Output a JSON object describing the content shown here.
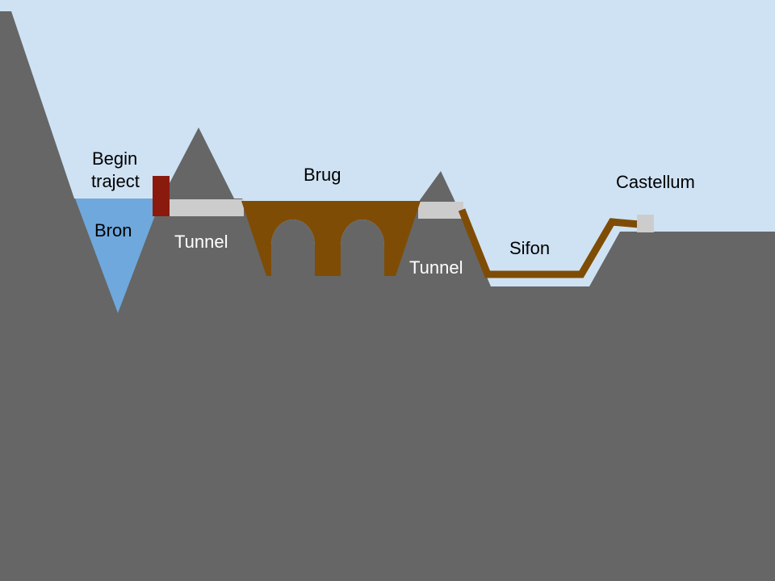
{
  "colors": {
    "sky": "#cfe2f3",
    "terrain": "#666666",
    "water": "#6fa8dc",
    "aqueduct": "#7f4c06",
    "tunnel": "#cccccc",
    "start_block": "#8b1a0e",
    "label_dark": "#000000",
    "label_light": "#ffffff"
  },
  "labels": {
    "begin_line1": "Begin",
    "begin_line2": "traject",
    "source": "Bron",
    "tunnel_1": "Tunnel",
    "bridge": "Brug",
    "tunnel_2": "Tunnel",
    "siphon": "Sifon",
    "castellum": "Castellum"
  }
}
